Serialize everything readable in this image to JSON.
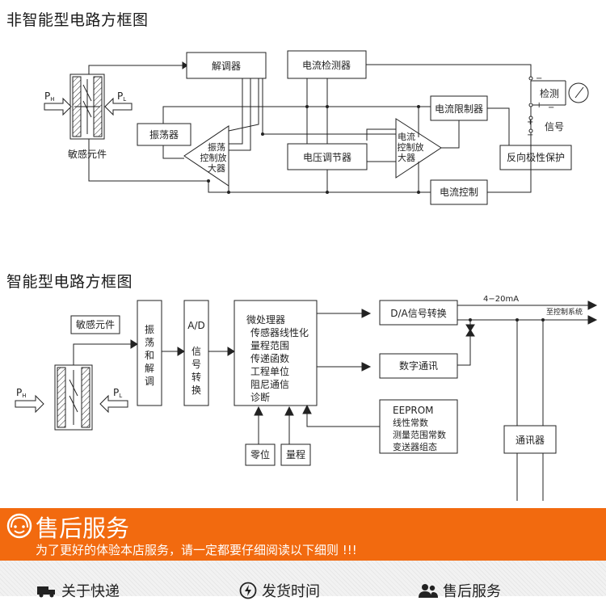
{
  "section1": {
    "title": "非智能型电路方框图",
    "sensor_label": "敏感元件",
    "ph": "P",
    "ph_sub": "H",
    "pl": "P",
    "pl_sub": "L",
    "demodulator": "解调器",
    "current_detector": "电流检测器",
    "current_limiter": "电流限制器",
    "oscillator": "振荡器",
    "osc_amp": [
      "振荡",
      "控制放",
      "大器"
    ],
    "current_amp": [
      "电流",
      "控制放",
      "大器"
    ],
    "voltage_regulator": "电压调节器",
    "current_control": "电流控制",
    "reverse_protect": "反向极性保护",
    "detect": "检测",
    "signal": "信号",
    "minus": "−",
    "plus": "+"
  },
  "section2": {
    "title": "智能型电路方框图",
    "sensor_label": "敏感元件",
    "ph": "P",
    "ph_sub": "H",
    "pl": "P",
    "pl_sub": "L",
    "osc_demod": [
      "振",
      "荡",
      "和",
      "解",
      "调"
    ],
    "ad_box": [
      "A/D",
      "",
      "信",
      "号",
      "转",
      "换"
    ],
    "micro": [
      "微处理器",
      "传感器线性化",
      "量程范围",
      "传递函数",
      "工程单位",
      "阻尼通信",
      "诊断"
    ],
    "da": "D/A信号转换",
    "digital_comm": "数字通讯",
    "eeprom": [
      "EEPROM",
      "线性常数",
      "测量范围常数",
      "变送器组态"
    ],
    "zero": "零位",
    "range": "量程",
    "communicator": "通讯器",
    "current_range": "4−20mA",
    "to_control": "至控制系统"
  },
  "banner": {
    "title": "售后服务",
    "subtitle": "为了更好的体验本店服务，请一定都要仔细阅读以下细则 !!!",
    "bg_color": "#f26a0f"
  },
  "tabs": [
    {
      "label": "关于快递",
      "icon": "truck-icon"
    },
    {
      "label": "发货时间",
      "icon": "lightning-icon"
    },
    {
      "label": "售后服务",
      "icon": "users-icon"
    }
  ]
}
